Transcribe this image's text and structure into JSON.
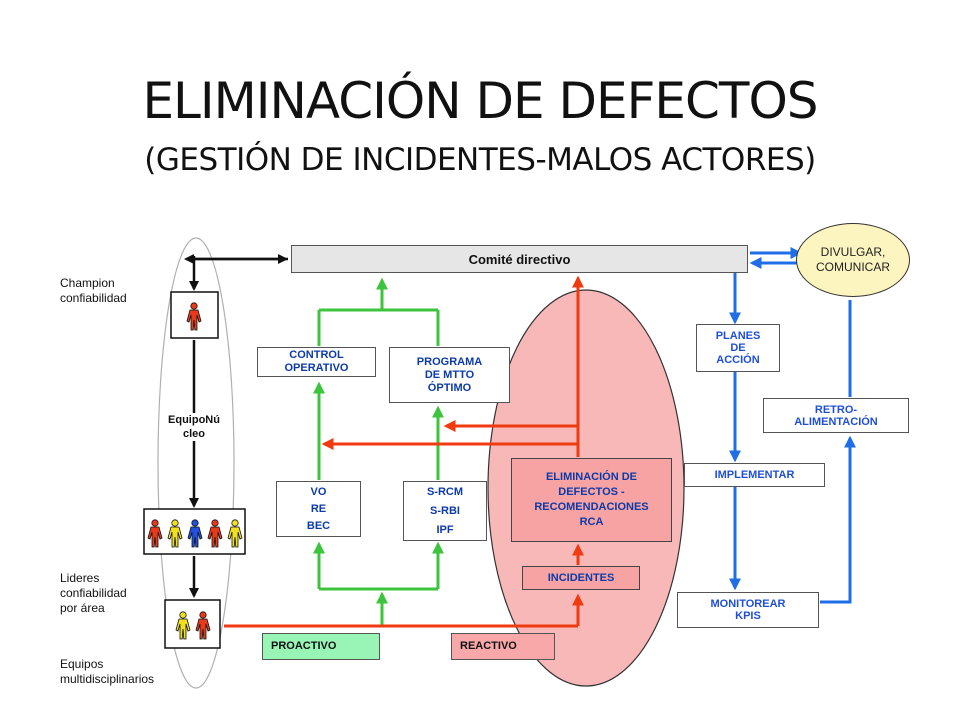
{
  "title": "ELIMINACIÓN DE DEFECTOS",
  "subtitle": "(GESTIÓN DE INCIDENTES-MALOS ACTORES)",
  "left_labels": {
    "champion": "Champion\nconfiabilidad",
    "lideres": "Lideres\nconfiabilidad\npor área",
    "equipos": "Equipos\nmultidisciplinarios"
  },
  "equipo_nucleo": "EquipoNú\ncleo",
  "boxes": {
    "comite": "Comité directivo",
    "control": "CONTROL\nOPERATIVO",
    "programa": "PROGRAMA\nDE MTTO\nÓPTIMO",
    "vo": "VO\nRE\nBEC",
    "srcm": "S-RCM\nS-RBI\nIPF",
    "eliminacion": "ELIMINACIÓN DE\nDEFECTOS -\nRECOMENDACIONES\nRCA",
    "incidentes": "INCIDENTES",
    "proactivo": "PROACTIVO",
    "reactivo": "REACTIVO",
    "divulgar": "DIVULGAR,\nCOMUNICAR",
    "planes": "PLANES\nDE\nACCIÓN",
    "retro": "RETRO-\nALIMENTACIÓN",
    "implementar": "IMPLEMENTAR",
    "monitorear": "MONITOREAR\nKPIS"
  },
  "colors": {
    "green": "#3cc43c",
    "red": "#f03a10",
    "blue": "#1f6ee8",
    "pink_oval": "#f8b8b8",
    "people_red": "#e83a1a",
    "people_yellow": "#f0e020",
    "people_blue": "#2050e0"
  }
}
